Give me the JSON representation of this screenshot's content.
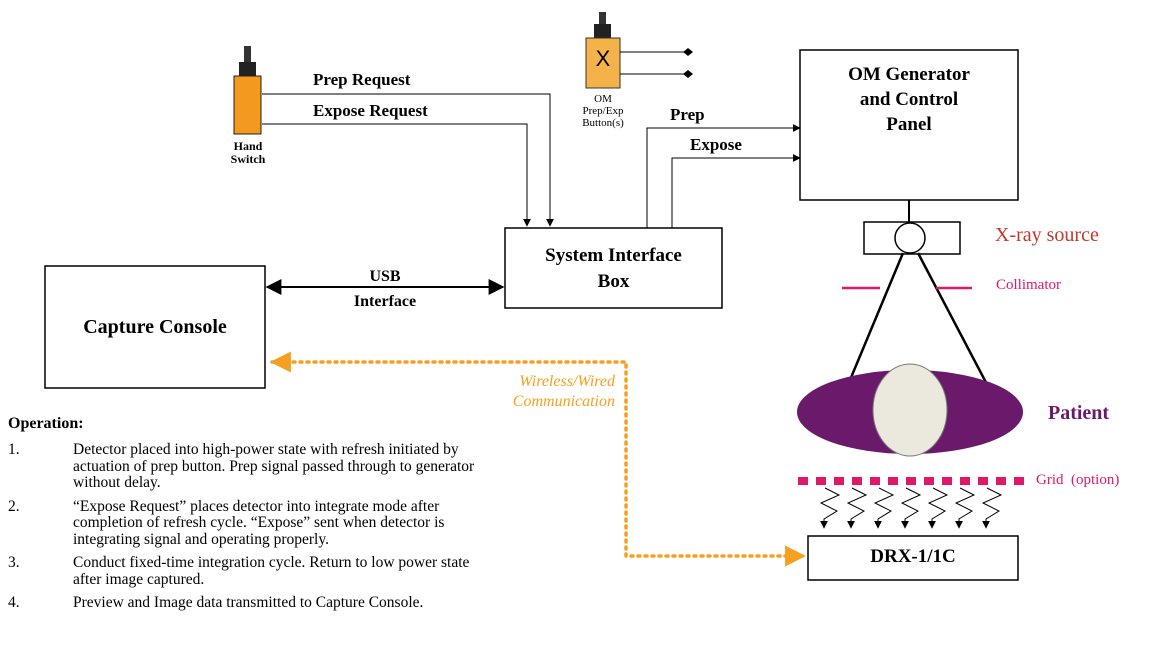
{
  "hand_switch": {
    "label_line1": "Hand",
    "label_line2": "Switch"
  },
  "signals": {
    "prep_request": "Prep Request",
    "expose_request": "Expose Request",
    "prep": "Prep",
    "expose": "Expose",
    "usb_line1": "USB",
    "usb_line2": "Interface",
    "wireless_line1": "Wireless/Wired",
    "wireless_line2": "Communication"
  },
  "om_button": {
    "symbol": "X",
    "line1": "OM",
    "line2": "Prep/Exp",
    "line3": "Button(s)"
  },
  "om_generator": {
    "line1": "OM Generator",
    "line2": "and Control",
    "line3": "Panel"
  },
  "system_interface_box": {
    "line1": "System Interface",
    "line2": "Box"
  },
  "capture_console": {
    "label": "Capture Console"
  },
  "detector": {
    "label": "DRX-1/1C"
  },
  "labels": {
    "xray_source": "X-ray source",
    "collimator": "Collimator",
    "patient": "Patient",
    "grid": "Grid  (option)"
  },
  "colors": {
    "accent_orange": "#f5a020",
    "xray_label": "#c0392b",
    "magenta": "#e0186a",
    "patient_purple": "#6b1a6b",
    "button_orange": "#f3b24a"
  },
  "operation": {
    "title": "Operation:",
    "items": [
      {
        "num": "1.",
        "text": "Detector placed into high-power state with refresh initiated by actuation of prep button. Prep signal passed through to generator without delay."
      },
      {
        "num": "2.",
        "text": "“Expose Request” places detector into integrate mode after completion of refresh cycle.  “Expose” sent when detector is integrating signal and operating properly."
      },
      {
        "num": "3.",
        "text": "Conduct fixed-time integration cycle. Return to low power state after image captured."
      },
      {
        "num": "4.",
        "text": "Preview and Image data transmitted to Capture Console."
      }
    ]
  }
}
